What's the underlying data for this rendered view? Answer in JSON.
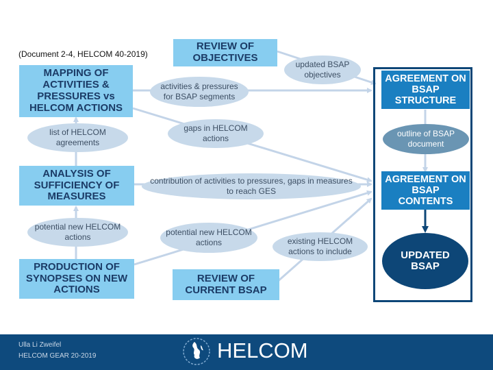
{
  "note": "(Document 2-4, HELCOM 40-2019)",
  "boxes": {
    "review_objectives": "REVIEW OF OBJECTIVES",
    "mapping": "MAPPING OF ACTIVITIES & PRESSURES vs HELCOM ACTIONS",
    "analysis": "ANALYSIS OF SUFFICIENCY OF MEASURES",
    "production": "PRODUCTION OF SYNOPSES ON NEW ACTIONS",
    "review_current": "REVIEW OF CURRENT BSAP",
    "agreement_structure": "AGREEMENT ON BSAP STRUCTURE",
    "agreement_contents": "AGREEMENT ON BSAP CONTENTS"
  },
  "ovals": {
    "updated_objectives": "updated BSAP objectives",
    "activities_pressures": "activities & pressures for BSAP segments",
    "list_agreements": "list of HELCOM agreements",
    "gaps_actions": "gaps in HELCOM actions",
    "outline_document": "outline of BSAP document",
    "contribution": "contribution of activities to pressures, gaps in measures to reach GES",
    "potential_left": "potential new HELCOM actions",
    "potential_mid": "potential new HELCOM actions",
    "existing_actions": "existing HELCOM actions to include",
    "updated_bsap": "UPDATED BSAP"
  },
  "footer": {
    "author": "Ulla Li Zweifel",
    "meeting": "HELCOM GEAR 20-2019",
    "logo_text": "HELCOM"
  },
  "colors": {
    "box_light": "#87cdf0",
    "box_dark": "#1a7fc1",
    "oval_light": "#c7d9ea",
    "oval_teal": "#6a95b3",
    "navy": "#0d4677",
    "arrow_light": "#c3d4e8"
  }
}
